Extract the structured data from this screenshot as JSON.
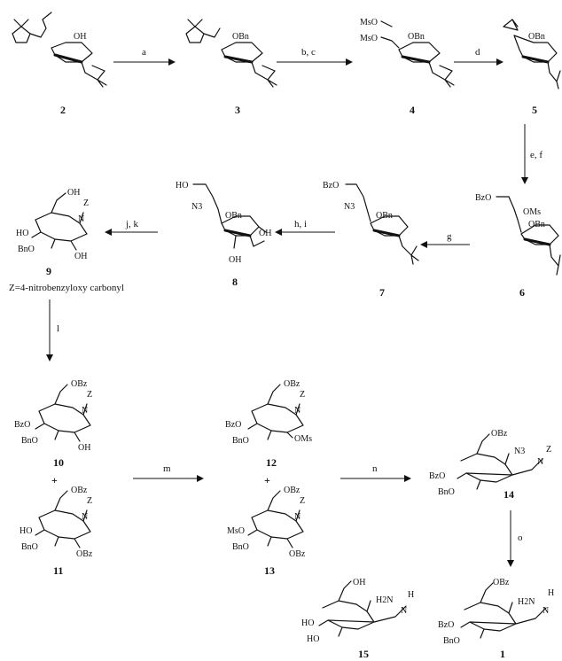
{
  "compounds": {
    "c2": {
      "number": "2",
      "labels": [
        "OH"
      ]
    },
    "c3": {
      "number": "3",
      "labels": [
        "OBn"
      ]
    },
    "c4": {
      "number": "4",
      "labels": [
        "MsO",
        "MsO",
        "OBn"
      ]
    },
    "c5": {
      "number": "5",
      "labels": [
        "OBn"
      ]
    },
    "c6": {
      "number": "6",
      "labels": [
        "BzO",
        "OMs",
        "OBn"
      ]
    },
    "c7": {
      "number": "7",
      "labels": [
        "BzO",
        "N3",
        "OBn"
      ]
    },
    "c8": {
      "number": "8",
      "labels": [
        "HO",
        "N3",
        "OBn",
        "OH",
        "OH"
      ]
    },
    "c9": {
      "number": "9",
      "labels": [
        "OH",
        "Z",
        "N",
        "HO",
        "BnO",
        "OH"
      ]
    },
    "c10": {
      "number": "10",
      "labels": [
        "OBz",
        "Z",
        "N",
        "BzO",
        "BnO",
        "OH"
      ]
    },
    "c11": {
      "number": "11",
      "labels": [
        "OBz",
        "Z",
        "N",
        "HO",
        "BnO",
        "OBz"
      ]
    },
    "c12": {
      "number": "12",
      "labels": [
        "OBz",
        "Z",
        "N",
        "BzO",
        "BnO",
        "OMs"
      ]
    },
    "c13": {
      "number": "13",
      "labels": [
        "OBz",
        "Z",
        "N",
        "MsO",
        "BnO",
        "OBz"
      ]
    },
    "c14": {
      "number": "14",
      "labels": [
        "OBz",
        "N3",
        "Z",
        "N",
        "BzO",
        "BnO"
      ]
    },
    "c15": {
      "number": "15",
      "labels": [
        "OH",
        "H2N",
        "H",
        "N",
        "HO",
        "HO"
      ]
    },
    "c1": {
      "number": "1",
      "labels": [
        "OBz",
        "H",
        "H2N",
        "N",
        "BzO",
        "BnO"
      ]
    }
  },
  "z_definition": "Z=4-nitrobenzyloxy carbonyl",
  "conditions": {
    "a": "a",
    "bc": "b, c",
    "d": "d",
    "ef": "e, f",
    "g": "g",
    "hi": "h, i",
    "jk": "j, k",
    "l": "l",
    "m": "m",
    "n": "n",
    "o": "o"
  },
  "plus_signs": [
    "+",
    "+"
  ]
}
